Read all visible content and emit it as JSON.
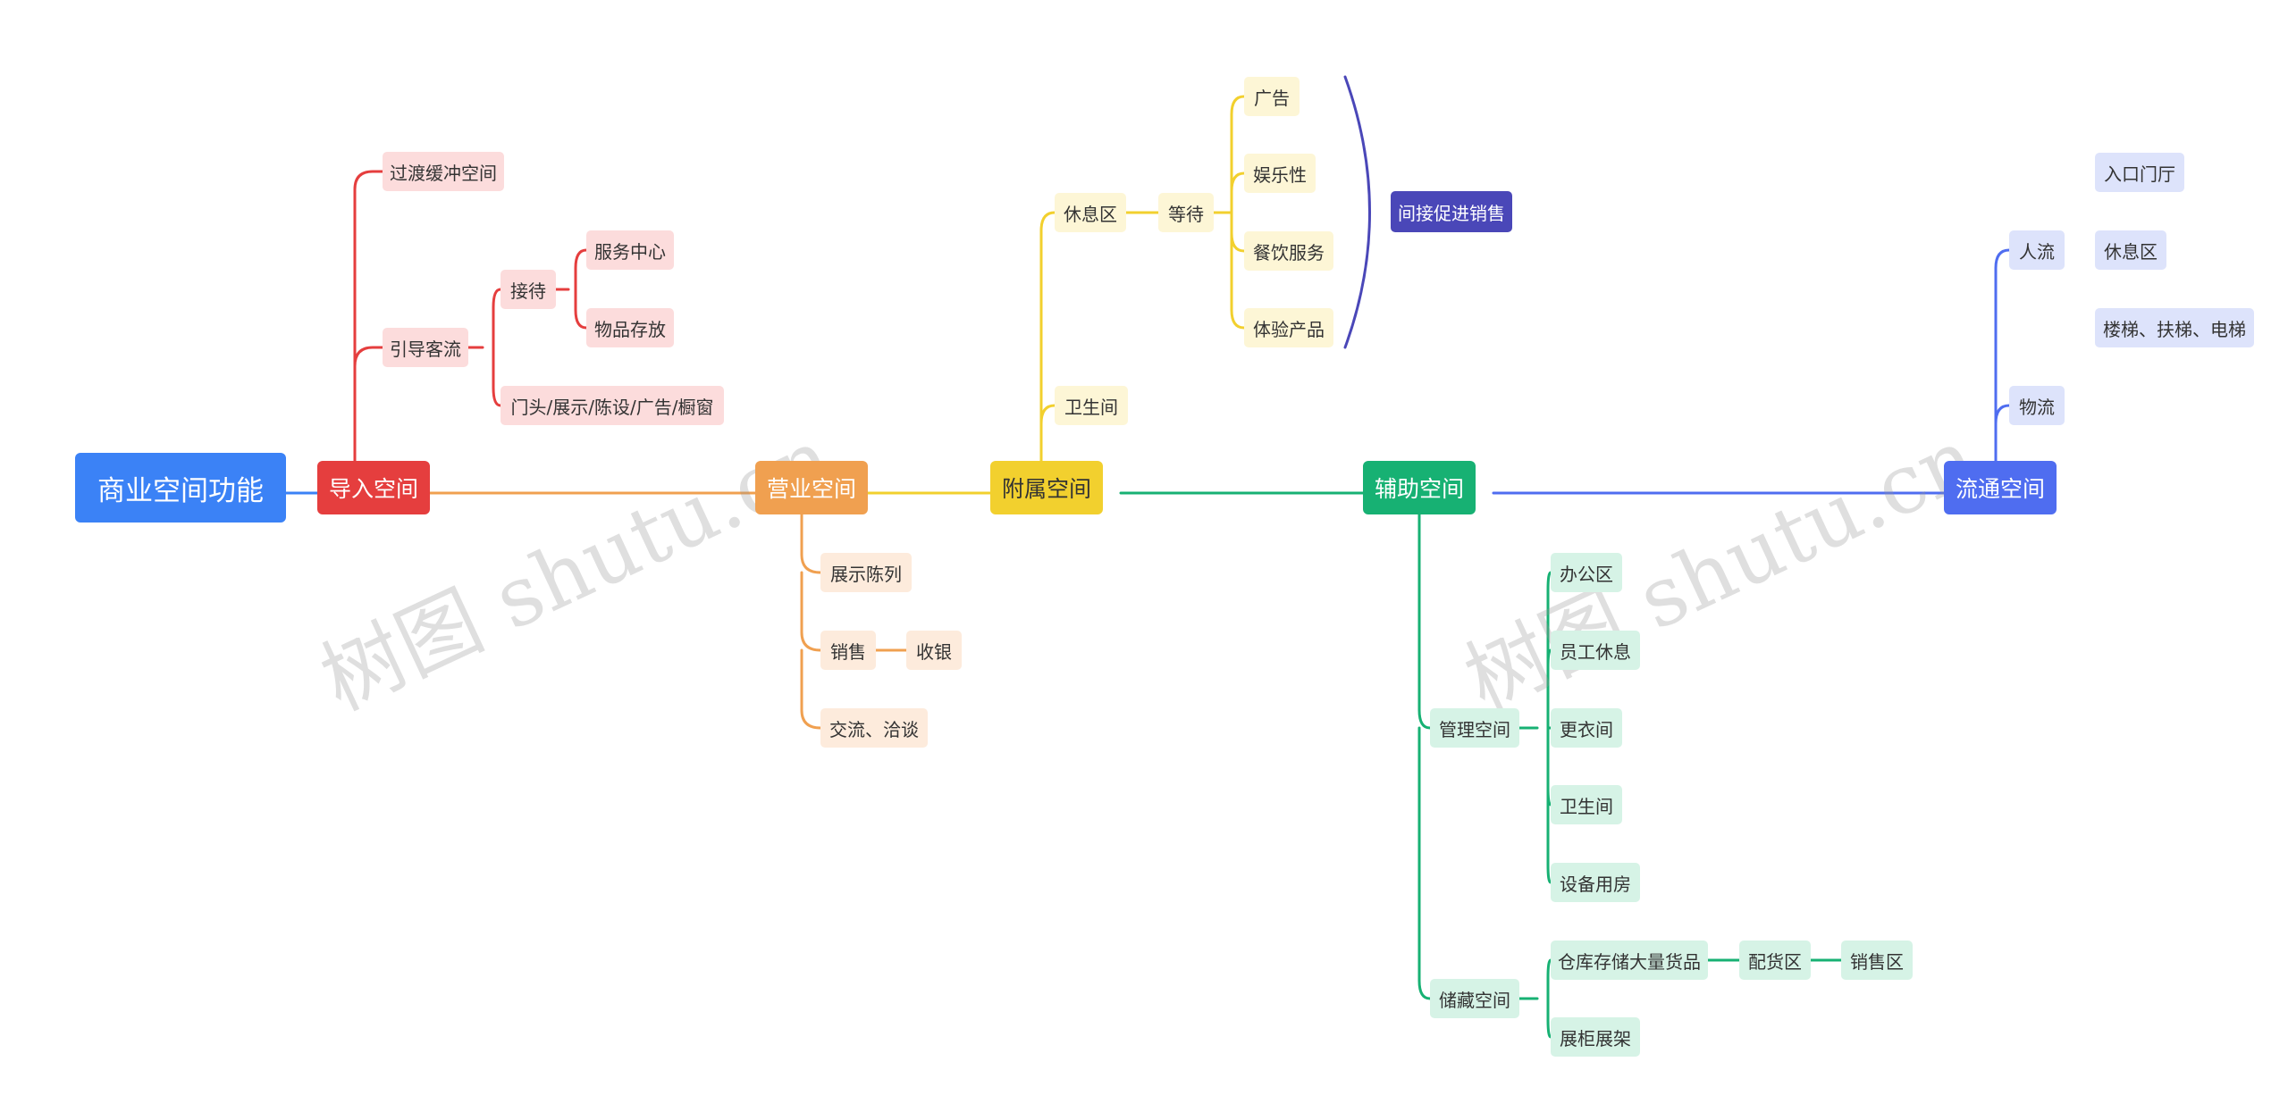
{
  "root": {
    "label": "商业空间功能",
    "color": "#3b82f6"
  },
  "branches": [
    {
      "id": "b1",
      "label": "导入空间",
      "color": "#e53e3e",
      "light": "#fcdcdc",
      "children": [
        {
          "label": "过渡缓冲空间"
        },
        {
          "label": "引导客流",
          "children": [
            {
              "label": "接待",
              "children": [
                {
                  "label": "服务中心"
                },
                {
                  "label": "物品存放"
                }
              ]
            },
            {
              "label": "门头/展示/陈设/广告/橱窗"
            }
          ]
        }
      ]
    },
    {
      "id": "b2",
      "label": "营业空间",
      "color": "#f0a050",
      "light": "#fdebdc",
      "children": [
        {
          "label": "展示陈列"
        },
        {
          "label": "销售",
          "children": [
            {
              "label": "收银"
            }
          ]
        },
        {
          "label": "交流、洽谈"
        }
      ]
    },
    {
      "id": "b3",
      "label": "附属空间",
      "color": "#f2d02e",
      "light": "#fdf6d6",
      "children": [
        {
          "label": "休息区",
          "children": [
            {
              "label": "等待",
              "children": [
                {
                  "label": "广告"
                },
                {
                  "label": "娱乐性"
                },
                {
                  "label": "餐饮服务"
                },
                {
                  "label": "体验产品"
                }
              ]
            }
          ]
        },
        {
          "label": "卫生间"
        }
      ],
      "summary": {
        "label": "间接促进销售",
        "color": "#4a47b8"
      }
    },
    {
      "id": "b4",
      "label": "辅助空间",
      "color": "#17b173",
      "light": "#d6f3e6",
      "children": [
        {
          "label": "管理空间",
          "children": [
            {
              "label": "办公区"
            },
            {
              "label": "员工休息"
            },
            {
              "label": "更衣间"
            },
            {
              "label": "卫生间"
            },
            {
              "label": "设备用房"
            }
          ]
        },
        {
          "label": "储藏空间",
          "children": [
            {
              "label": "仓库存储大量货品",
              "children": [
                {
                  "label": "配货区",
                  "children": [
                    {
                      "label": "销售区"
                    }
                  ]
                }
              ]
            },
            {
              "label": "展柜展架"
            }
          ]
        }
      ]
    },
    {
      "id": "b5",
      "label": "流通空间",
      "color": "#4f6df0",
      "light": "#dde3fb",
      "children": [
        {
          "label": "人流",
          "children": [
            {
              "label": "入口门厅"
            },
            {
              "label": "休息区"
            },
            {
              "label": "楼梯、扶梯、电梯"
            }
          ]
        },
        {
          "label": "物流"
        }
      ]
    }
  ],
  "watermark": "树图 shutu.cn"
}
